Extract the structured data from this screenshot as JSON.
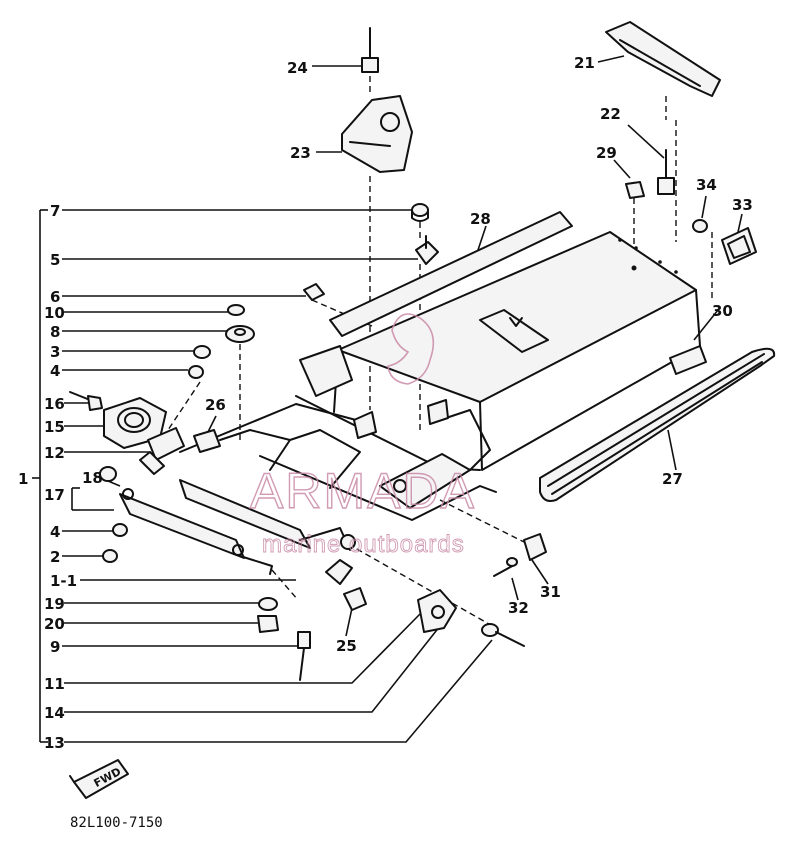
{
  "diagram_code": "82L100-7150",
  "direction_label": "FWD",
  "watermark": {
    "brand": "ARMADA",
    "tagline": "marine outboards"
  },
  "callouts": {
    "c1": "1",
    "c1_1": "1-1",
    "c2": "2",
    "c3": "3",
    "c4a": "4",
    "c4b": "4",
    "c5": "5",
    "c6": "6",
    "c7": "7",
    "c8": "8",
    "c9": "9",
    "c10": "10",
    "c11": "11",
    "c12": "12",
    "c13": "13",
    "c14": "14",
    "c15": "15",
    "c16": "16",
    "c17": "17",
    "c18": "18",
    "c19": "19",
    "c20": "20",
    "c21": "21",
    "c22": "22",
    "c23": "23",
    "c24": "24",
    "c25": "25",
    "c26": "26",
    "c27": "27",
    "c28": "28",
    "c29": "29",
    "c30": "30",
    "c31": "31",
    "c32": "32",
    "c33": "33",
    "c34": "34"
  },
  "colors": {
    "ink": "#111111",
    "watermark": "#c98aa6"
  }
}
